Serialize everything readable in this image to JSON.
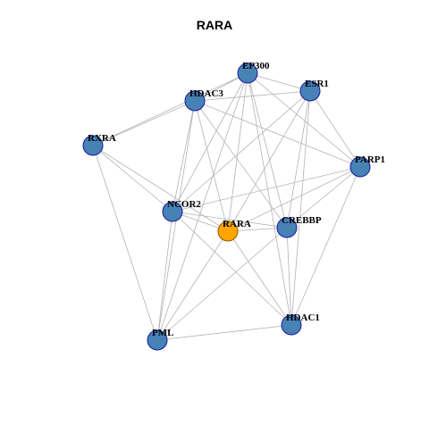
{
  "title": "RARA",
  "colors": {
    "node_fill": "#4682B4",
    "node_stroke": "#1a1aa0",
    "center_fill": "#FFA500",
    "center_stroke": "#8a5a00",
    "edge": "#b3b3b3"
  },
  "nodes": [
    {
      "id": "EP300",
      "label": "EP300",
      "center": false
    },
    {
      "id": "ESR1",
      "label": "ESR1",
      "center": false
    },
    {
      "id": "HDAC3",
      "label": "HDAC3",
      "center": false
    },
    {
      "id": "RXRA",
      "label": "RXRA",
      "center": false
    },
    {
      "id": "PARP1",
      "label": "PARP1",
      "center": false
    },
    {
      "id": "NCOR2",
      "label": "NCOR2",
      "center": false
    },
    {
      "id": "RARA",
      "label": "RARA",
      "center": true
    },
    {
      "id": "CREBBP",
      "label": "CREBBP",
      "center": false
    },
    {
      "id": "HDAC1",
      "label": "HDAC1",
      "center": false
    },
    {
      "id": "PML",
      "label": "PML",
      "center": false
    }
  ],
  "edges": [
    [
      "EP300",
      "ESR1"
    ],
    [
      "EP300",
      "HDAC3"
    ],
    [
      "EP300",
      "RXRA"
    ],
    [
      "EP300",
      "PARP1"
    ],
    [
      "EP300",
      "NCOR2"
    ],
    [
      "EP300",
      "RARA"
    ],
    [
      "EP300",
      "CREBBP"
    ],
    [
      "EP300",
      "HDAC1"
    ],
    [
      "EP300",
      "PML"
    ],
    [
      "ESR1",
      "HDAC3"
    ],
    [
      "ESR1",
      "PARP1"
    ],
    [
      "ESR1",
      "NCOR2"
    ],
    [
      "ESR1",
      "RARA"
    ],
    [
      "ESR1",
      "CREBBP"
    ],
    [
      "ESR1",
      "HDAC1"
    ],
    [
      "HDAC3",
      "RXRA"
    ],
    [
      "HDAC3",
      "PARP1"
    ],
    [
      "HDAC3",
      "NCOR2"
    ],
    [
      "HDAC3",
      "RARA"
    ],
    [
      "HDAC3",
      "CREBBP"
    ],
    [
      "HDAC3",
      "PML"
    ],
    [
      "RXRA",
      "NCOR2"
    ],
    [
      "RXRA",
      "RARA"
    ],
    [
      "RXRA",
      "PML"
    ],
    [
      "PARP1",
      "NCOR2"
    ],
    [
      "PARP1",
      "RARA"
    ],
    [
      "PARP1",
      "CREBBP"
    ],
    [
      "PARP1",
      "HDAC1"
    ],
    [
      "NCOR2",
      "RARA"
    ],
    [
      "NCOR2",
      "CREBBP"
    ],
    [
      "NCOR2",
      "HDAC1"
    ],
    [
      "NCOR2",
      "PML"
    ],
    [
      "RARA",
      "CREBBP"
    ],
    [
      "RARA",
      "HDAC1"
    ],
    [
      "RARA",
      "PML"
    ],
    [
      "CREBBP",
      "HDAC1"
    ],
    [
      "CREBBP",
      "PML"
    ],
    [
      "HDAC1",
      "PML"
    ]
  ]
}
